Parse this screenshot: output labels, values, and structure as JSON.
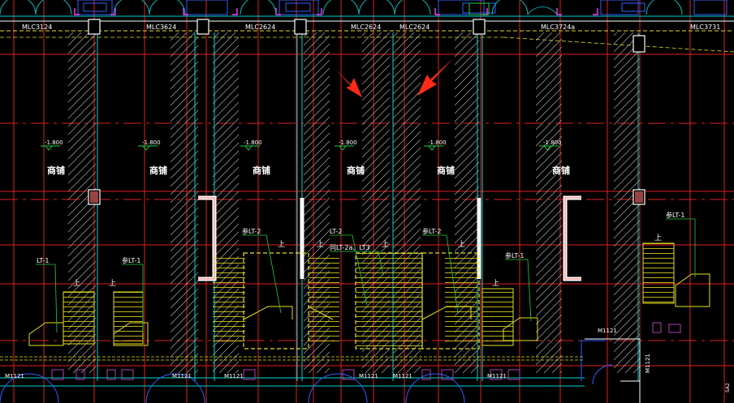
{
  "colors": {
    "background": "#000000",
    "axis": "#e0201e",
    "column": "#ffffff",
    "wall": "#00d4d4",
    "stair": "#e6e020",
    "text": "#ffffff",
    "leader": "#20d040",
    "pink": "#ff3cff",
    "arrow": "#ff2a1a",
    "door": "#3060ff"
  },
  "window_labels": [
    "MLC3124",
    "MLC3624",
    "MLC2624",
    "MLC2624",
    "MLC2624",
    "MLC3724a",
    "MLC3731"
  ],
  "level_marks": [
    "-1.800",
    "-1.800",
    "-1.800",
    "-1.800",
    "-1.800",
    "-1.800"
  ],
  "room_labels": [
    "商铺",
    "商铺",
    "商铺",
    "商铺",
    "商铺",
    "商铺"
  ],
  "stair_labels": [
    "LT-1",
    "参LT-1",
    "参LT-2",
    "LT-2",
    "同LT-2a、LT3",
    "参LT-2",
    "参LT-1",
    "参LT-1"
  ],
  "up_labels": [
    "上",
    "上",
    "上",
    "上",
    "上",
    "上",
    "上",
    "上"
  ],
  "door_labels": [
    "M1121",
    "M1121",
    "M1121",
    "M1121",
    "M1121",
    "M1121",
    "M1121",
    "M1121"
  ],
  "corner_label": "SA2"
}
